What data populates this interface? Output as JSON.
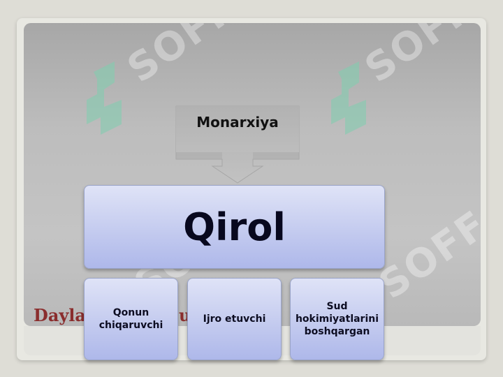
{
  "diagram": {
    "top_label": "Monarxiya",
    "main_box": "Qirol",
    "branches": [
      {
        "label": "Qonun chiqaruvchi"
      },
      {
        "label": "Ijro   etuvchi"
      },
      {
        "label": "Sud hokimiyatlarini boshqargan"
      }
    ]
  },
  "background_title": {
    "left_fragment": "Dayla",
    "right_fragment": "u"
  },
  "watermark": {
    "text": "SOFF"
  },
  "colors": {
    "box_fill_top": "#dfe3f7",
    "box_fill_bottom": "#aeb8ea",
    "slide_gray": "#bdbdbd",
    "background_title": "#8a2d2d",
    "watermark_green": "#7fcfb0"
  }
}
